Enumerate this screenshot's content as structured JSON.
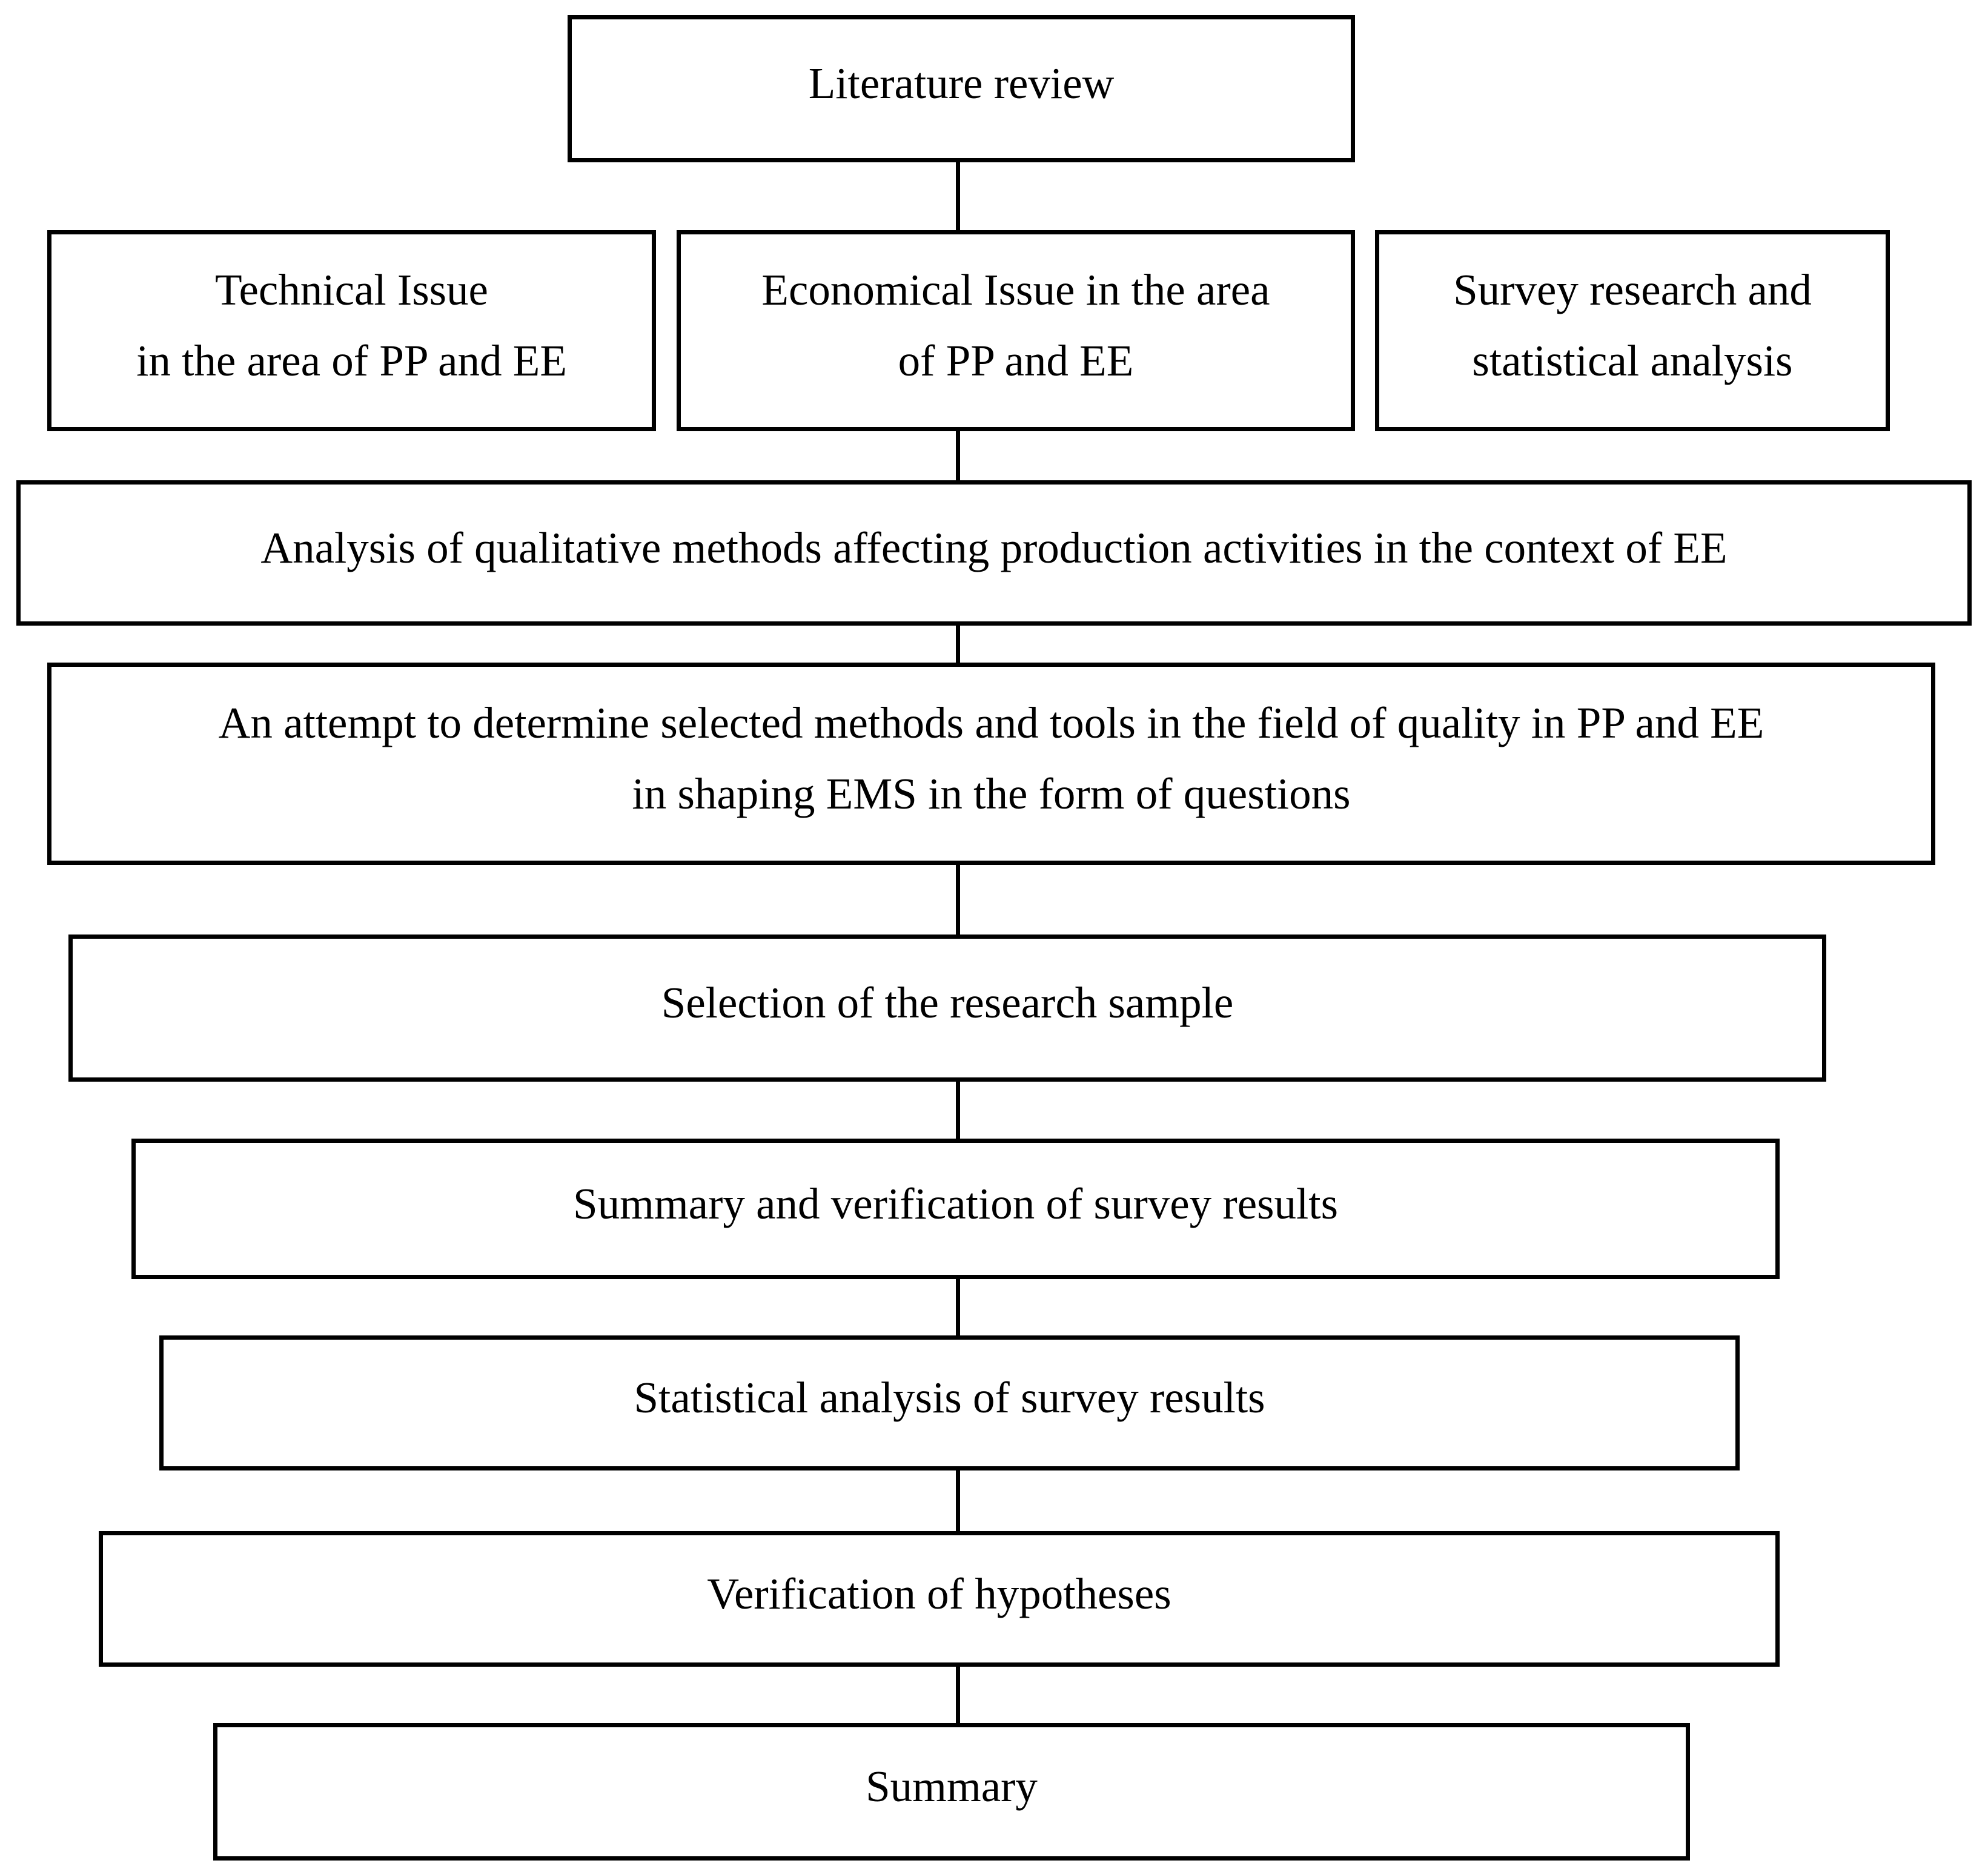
{
  "styles": {
    "border_color": "#000000",
    "background_color": "#ffffff",
    "text_color": "#000000"
  },
  "nodes": {
    "literature": {
      "label": "Literature review"
    },
    "technical": {
      "lines": [
        "Technical Issue",
        "in the area of PP and EE"
      ]
    },
    "economical": {
      "lines": [
        "Economical Issue in the area",
        "of PP and EE"
      ]
    },
    "survey": {
      "lines": [
        "Survey research and",
        "statistical analysis"
      ]
    },
    "analysis": {
      "label": "Analysis of qualitative methods affecting production activities in the context of EE"
    },
    "attempt": {
      "lines": [
        "An attempt to determine selected methods and tools in the field of quality in PP and EE",
        "in shaping EMS in the form of questions"
      ]
    },
    "selection": {
      "label": "Selection of the research sample"
    },
    "summary_verification": {
      "label": "Summary and verification of survey results"
    },
    "statistical": {
      "label": "Statistical analysis of survey results"
    },
    "hypotheses": {
      "label": "Verification of hypotheses"
    },
    "summary": {
      "label": "Summary"
    }
  }
}
